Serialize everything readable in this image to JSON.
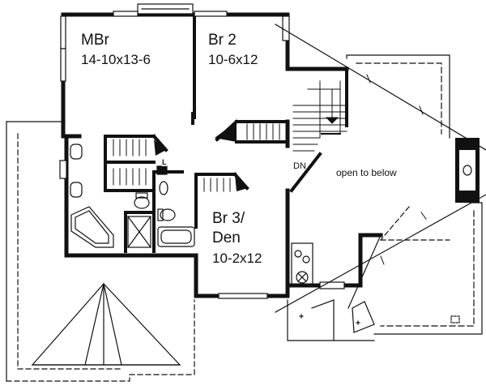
{
  "plan": {
    "rooms": [
      {
        "name": "MBr",
        "size": "14-10x13-6"
      },
      {
        "name": "Br 2",
        "size": "10-6x12"
      },
      {
        "name_line1": "Br 3/",
        "name_line2": "Den",
        "size": "10-2x12"
      }
    ],
    "stair_label": "DN",
    "open_label": "open to below",
    "laundry_label": "L"
  },
  "colors": {
    "ink": "#111111",
    "paper": "#ffffff"
  }
}
